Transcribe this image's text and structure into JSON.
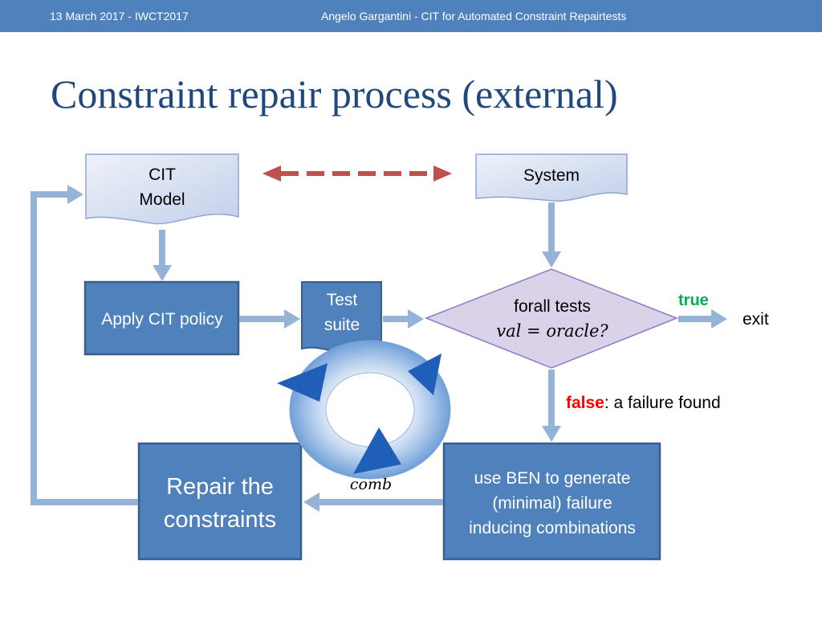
{
  "header": {
    "left": "13 March 2017 - IWCT2017",
    "center": "Angelo Gargantini -  CIT for Automated Constraint Repairtests"
  },
  "slide": {
    "title": "Constraint repair process (external)"
  },
  "diagram": {
    "cit_model": [
      "CIT",
      "Model"
    ],
    "system": "System",
    "apply_policy": "Apply CIT policy",
    "test_suite": [
      "Test",
      "suite"
    ],
    "decision": {
      "line1": "forall tests",
      "line2": "val = oracle?"
    },
    "true_label": "true",
    "exit_label": "exit",
    "false_label": "false",
    "false_rest": ": a failure found",
    "ben": [
      "use BEN to generate",
      "(minimal) failure",
      "inducing combinations"
    ],
    "repair": [
      "Repair the",
      "constraints"
    ],
    "comb": "comb"
  },
  "colors": {
    "header_bg": "#4f81bd",
    "title": "#1f497d",
    "box_fill": "#4f81bd",
    "box_stroke": "#385d8a",
    "arrow": "#95b3d7",
    "dashed_arrow": "#c0504d",
    "true_text": "#00b050",
    "false_text": "#ff0000",
    "decision_fill": "#d9d2e9"
  }
}
